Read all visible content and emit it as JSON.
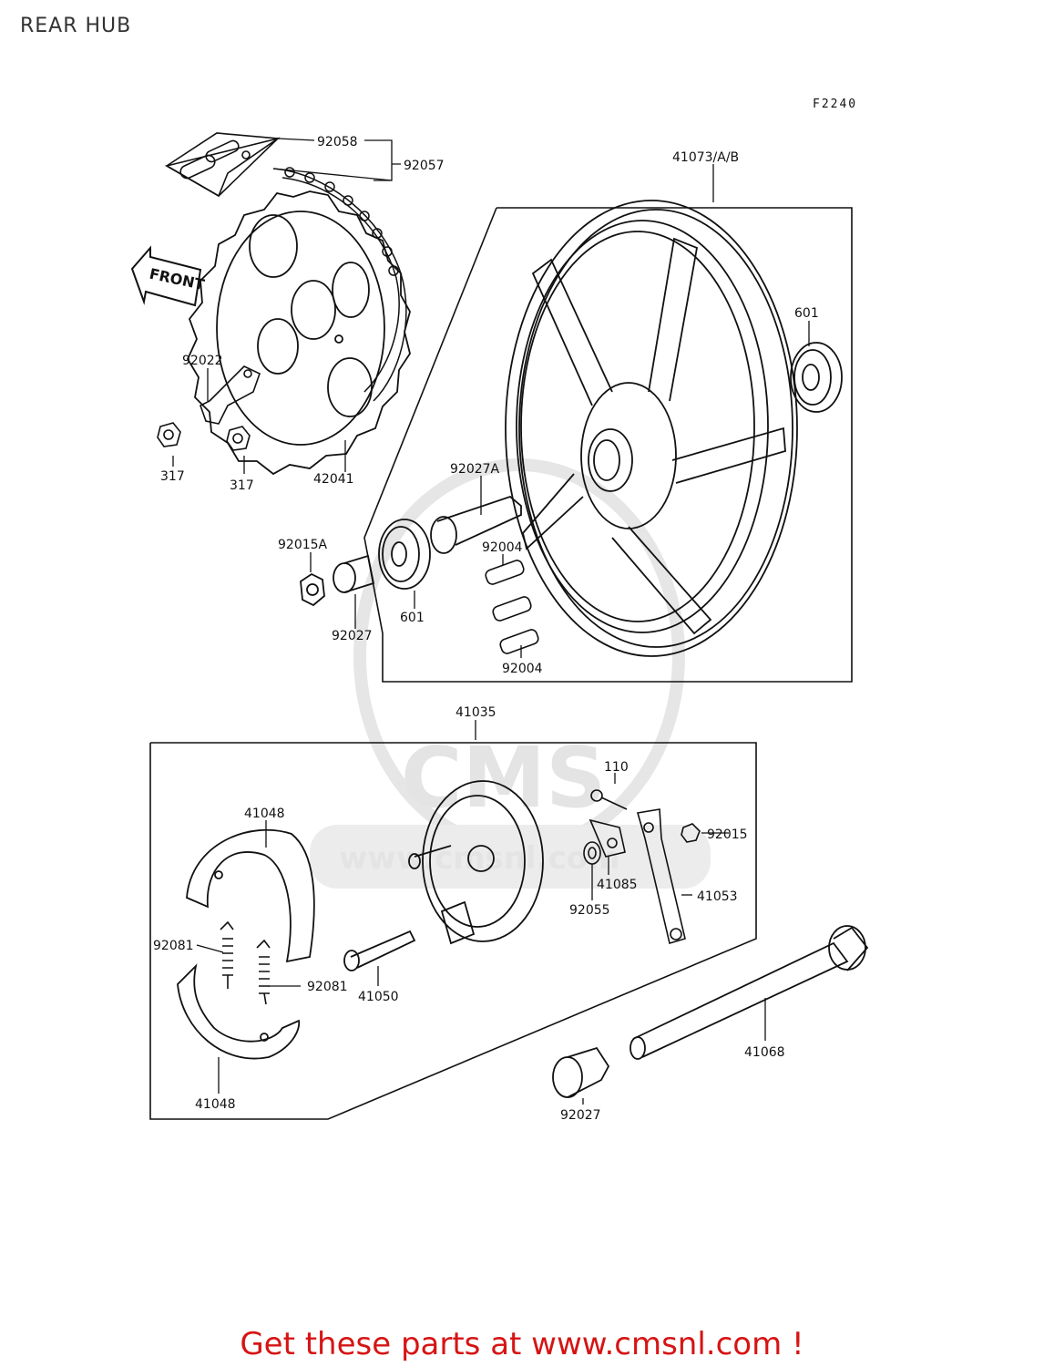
{
  "page": {
    "title": "REAR HUB",
    "figure_code": "F2240",
    "footer_text": "Get these parts at www.cmsnl.com !",
    "watermark_text": "CMS",
    "watermark_url": "www.cmsnl.com"
  },
  "front_arrow": {
    "text": "FRONT"
  },
  "colors": {
    "line": "#111111",
    "footer": "#d61414",
    "watermark": "#e4e4e4"
  },
  "parts": {
    "p92058": "92058",
    "p92057": "92057",
    "p41073": "41073/A/B",
    "p601_right": "601",
    "p92022": "92022",
    "p317_a": "317",
    "p317_b": "317",
    "p42041": "42041",
    "p92027A": "92027A",
    "p92015A": "92015A",
    "p92004_top": "92004",
    "p601_left": "601",
    "p92027_upper": "92027",
    "p92004_bottom": "92004",
    "p41035": "41035",
    "p110": "110",
    "p41048_top": "41048",
    "p92015": "92015",
    "p41085": "41085",
    "p92055": "92055",
    "p41053": "41053",
    "p92081_left": "92081",
    "p92081_right": "92081",
    "p41050": "41050",
    "p41068": "41068",
    "p41048_bottom": "41048",
    "p92027_lower": "92027"
  }
}
